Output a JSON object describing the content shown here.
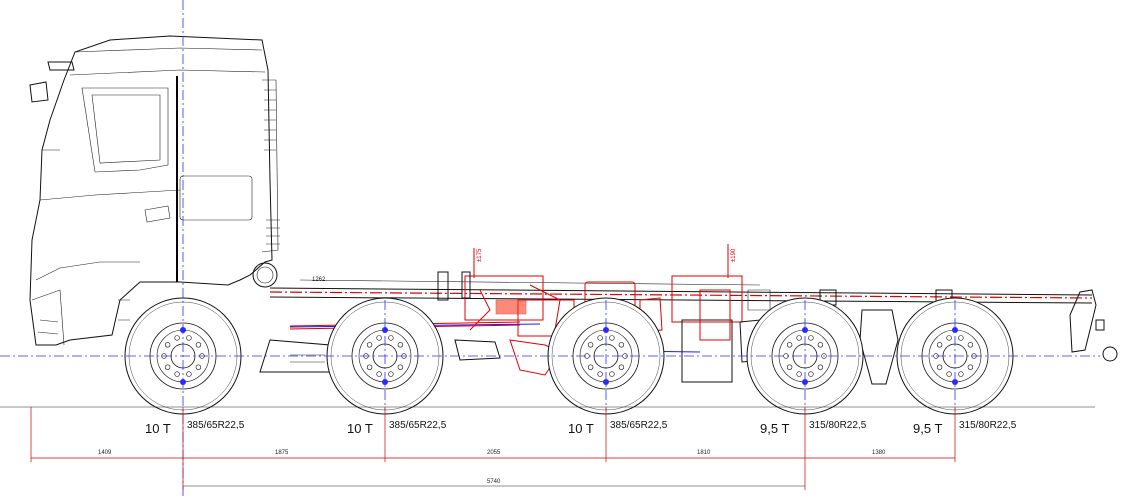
{
  "axles": [
    {
      "load": "10 T",
      "tyre": "385/65R22,5"
    },
    {
      "load": "10 T",
      "tyre": "385/65R22,5"
    },
    {
      "load": "10 T",
      "tyre": "385/65R22,5"
    },
    {
      "load": "9,5 T",
      "tyre": "315/80R22,5"
    },
    {
      "load": "9,5 T",
      "tyre": "315/80R22,5"
    }
  ],
  "dimensions": {
    "front_overhang": "1409",
    "spacing_1_2": "1875",
    "spacing_2_3": "2055",
    "spacing_3_4": "1810",
    "spacing_4_5": "1380",
    "total": "5740"
  },
  "annotations": {
    "height_a": "±175",
    "height_b": "±190",
    "frame_note": "1262"
  },
  "colors": {
    "outline": "#111111",
    "equipment_red": "#e00000",
    "axle_blue": "#1a1aff"
  }
}
